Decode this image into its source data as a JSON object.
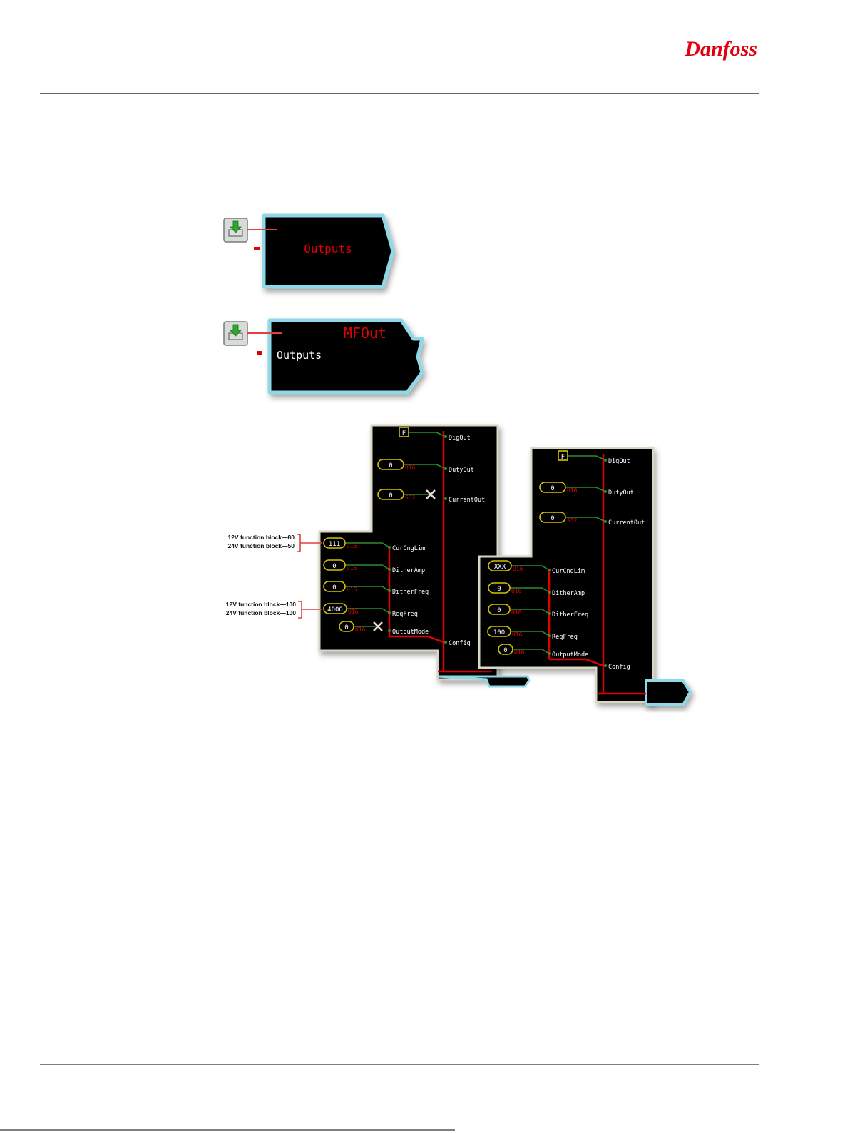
{
  "brand": {
    "logo_text": "Danfoss",
    "color": "#e2000f"
  },
  "colors": {
    "block_border": "#8fd8e8",
    "block_fill": "#000000",
    "wire_red": "#e00000",
    "wire_green": "#2e8b2e",
    "const_border": "#d4c200",
    "const_text": "#ffffff",
    "type_text": "#e00000",
    "port_text": "#ffffff",
    "annotation_bracket": "#e04040"
  },
  "page_icon": {
    "name": "download-icon",
    "color": "#2fa82f"
  },
  "top_block": {
    "center_label": "Outputs"
  },
  "mf_block": {
    "title": "MFOut",
    "input_label": "Outputs"
  },
  "left_block": {
    "upper_inputs": [
      {
        "const": "F",
        "type": "",
        "port": "DigOut"
      },
      {
        "const": "0",
        "type": "U16",
        "port": "DutyOut"
      },
      {
        "const": "0",
        "type": "S32",
        "port": "CurrentOut",
        "disconnected": true
      }
    ],
    "config_inputs": [
      {
        "const": "111",
        "type": "U16",
        "port": "CurCngLim"
      },
      {
        "const": "0",
        "type": "U16",
        "port": "DitherAmp"
      },
      {
        "const": "0",
        "type": "U16",
        "port": "DitherFreq"
      },
      {
        "const": "4000",
        "type": "U16",
        "port": "ReqFreq"
      },
      {
        "const": "0",
        "type": "U16",
        "port": "OutputMode",
        "disconnected": true
      }
    ],
    "config_port": "Config"
  },
  "right_block": {
    "upper_inputs": [
      {
        "const": "F",
        "type": "",
        "port": "DigOut"
      },
      {
        "const": "0",
        "type": "U16",
        "port": "DutyOut"
      },
      {
        "const": "0",
        "type": "S32",
        "port": "CurrentOut"
      }
    ],
    "config_inputs": [
      {
        "const": "XXX",
        "type": "U16",
        "port": "CurCngLim"
      },
      {
        "const": "0",
        "type": "U16",
        "port": "DitherAmp"
      },
      {
        "const": "0",
        "type": "U16",
        "port": "DitherFreq"
      },
      {
        "const": "100",
        "type": "U16",
        "port": "ReqFreq"
      },
      {
        "const": "0",
        "type": "U16",
        "port": "OutputMode"
      }
    ],
    "config_port": "Config"
  },
  "annotations": [
    {
      "line1": "12V function block—80",
      "line2": "24V function block—50"
    },
    {
      "line1": "12V function block—100",
      "line2": "24V function block—100"
    }
  ]
}
